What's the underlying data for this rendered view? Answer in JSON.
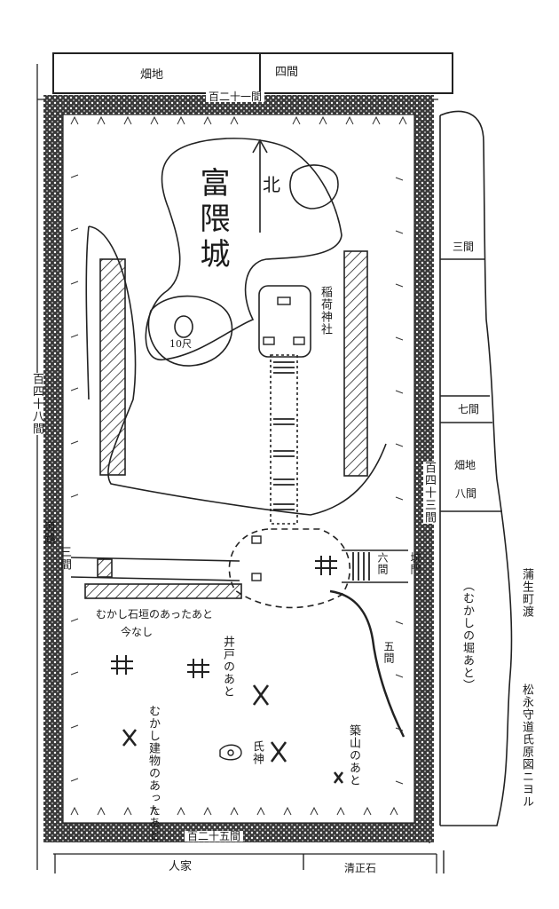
{
  "map": {
    "top_field": "畑地",
    "top_width": "四間",
    "north_length": "百二十一間",
    "north_arrow": "北",
    "castle_name": "富隈城",
    "shrine": "稲荷神社",
    "west_length": "百四十八間",
    "road": "道路",
    "west_gap": "三間",
    "east_length": "百四十三間",
    "east_three": "三間",
    "east_seven": "七間",
    "east_field": "畑地",
    "east_eight": "八間",
    "moat_note": "（むかしの堀あと）",
    "gate": "城門",
    "gate_width": "六間",
    "gate_five": "五間",
    "stone_wall_note": "むかし石垣のあったあと",
    "stone_wall_now": "今なし",
    "well_site": "井戸のあと",
    "building_site": "むかし建物のあったあと",
    "clan_god": "氏神",
    "hill_site": "築山のあと",
    "mound_label": "10尺",
    "south_length": "百二十五間",
    "south_houses": "人家",
    "boundary_stone": "清正石",
    "town_name": "蒲生町渡",
    "source": "松永守道氏原図ニヨル"
  }
}
